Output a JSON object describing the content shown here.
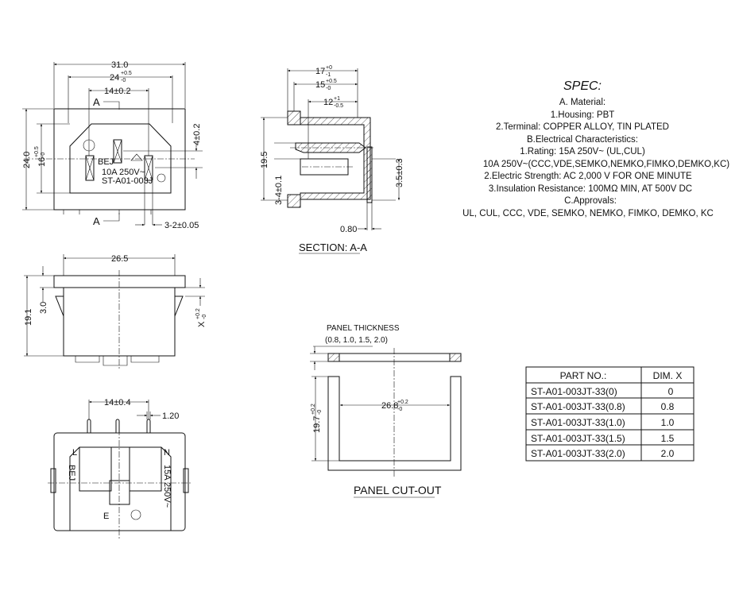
{
  "front_view": {
    "width_overall": "31.0",
    "width_inner": "24",
    "width_inner_tol_plus": "+0.5",
    "width_inner_tol_minus": "-0",
    "pin_spacing": "14±0.2",
    "section_mark": "A",
    "height_overall": "24.0",
    "height_inner": "16",
    "height_inner_tol_plus": "+0.5",
    "height_inner_tol_minus": "-0",
    "pin_offset": "4±0.2",
    "pin_width": "3-2±0.05",
    "marking_brand": "BEJ",
    "marking_rating": "10A 250V~",
    "marking_model": "ST-A01-003J"
  },
  "section_view": {
    "depth_17": "17",
    "depth_17_plus": "+0",
    "depth_17_minus": "-1",
    "depth_15": "15",
    "depth_15_plus": "+0.5",
    "depth_15_minus": "-0",
    "depth_12": "12",
    "depth_12_plus": "+1",
    "depth_12_minus": "-0.5",
    "height": "19.5",
    "pin_height": "3-4±0.1",
    "tab_height": "3.5±0.3",
    "thickness": "0.80",
    "title": "SECTION: A-A"
  },
  "side_view": {
    "width": "26.5",
    "height": "19.1",
    "flange": "3.0",
    "dim_x": "X",
    "dim_x_plus": "+0.2",
    "dim_x_minus": "-0"
  },
  "bottom_view": {
    "pin_spacing": "14±0.4",
    "pin_width": "1.20",
    "label_l": "L",
    "label_n": "N",
    "marking_brand": "BEJ",
    "marking_rating": "15A 250V~",
    "label_e": "E"
  },
  "panel_cutout": {
    "thickness_label": "PANEL THICKNESS",
    "thickness_values": "(0.8, 1.0, 1.5, 2.0)",
    "width": "26.8",
    "width_plus": "+0.2",
    "width_minus": "-0",
    "height": "19.7",
    "height_plus": "+0.2",
    "height_minus": "-0",
    "title": "PANEL CUT-OUT"
  },
  "spec": {
    "title": "SPEC:",
    "lines": [
      "A. Material:",
      "1.Housing: PBT",
      "2.Terminal: COPPER ALLOY, TIN PLATED",
      "B.Electrical Characteristics:",
      "1.Rating:  15A 250V~ (UL,CUL)",
      "10A 250V~(CCC,VDE,SEMKO,NEMKO,FIMKO,DEMKO,KC)",
      "2.Electric Strength: AC 2,000 V FOR ONE MINUTE",
      "3.Insulation Resistance: 100MΩ MIN, AT 500V DC",
      "C.Approvals:",
      "UL, CUL, CCC, VDE, SEMKO, NEMKO, FIMKO, DEMKO, KC"
    ]
  },
  "part_table": {
    "headers": [
      "PART NO.:",
      "DIM. X"
    ],
    "rows": [
      [
        "ST-A01-003JT-33(0)",
        "0"
      ],
      [
        "ST-A01-003JT-33(0.8)",
        "0.8"
      ],
      [
        "ST-A01-003JT-33(1.0)",
        "1.0"
      ],
      [
        "ST-A01-003JT-33(1.5)",
        "1.5"
      ],
      [
        "ST-A01-003JT-33(2.0)",
        "2.0"
      ]
    ]
  }
}
